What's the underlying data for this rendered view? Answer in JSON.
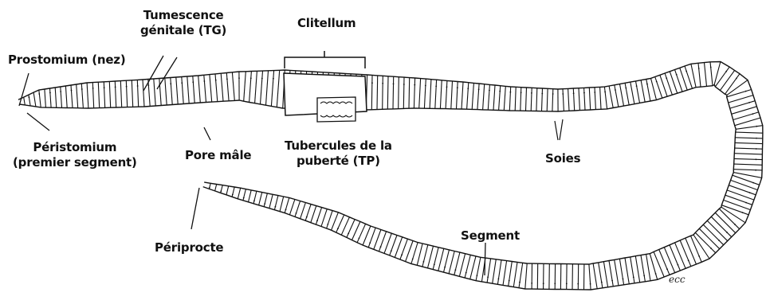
{
  "labels": {
    "prostomium": "Prostomium (nez)",
    "tumescence_line1": "Tumescence",
    "tumescence_line2": "génitale (TG)",
    "clitellum": "Clitellum",
    "peristomium_line1": "Péristomium",
    "peristomium_line2": "(premier segment)",
    "pore_male": "Pore mâle",
    "tubercules_line1": "Tubercules de la",
    "tubercules_line2": "puberté (TP)",
    "soies": "Soies",
    "periprocte": "Périprocte",
    "segment": "Segment"
  },
  "colors": {
    "ink": "#111111",
    "background": "#ffffff"
  }
}
